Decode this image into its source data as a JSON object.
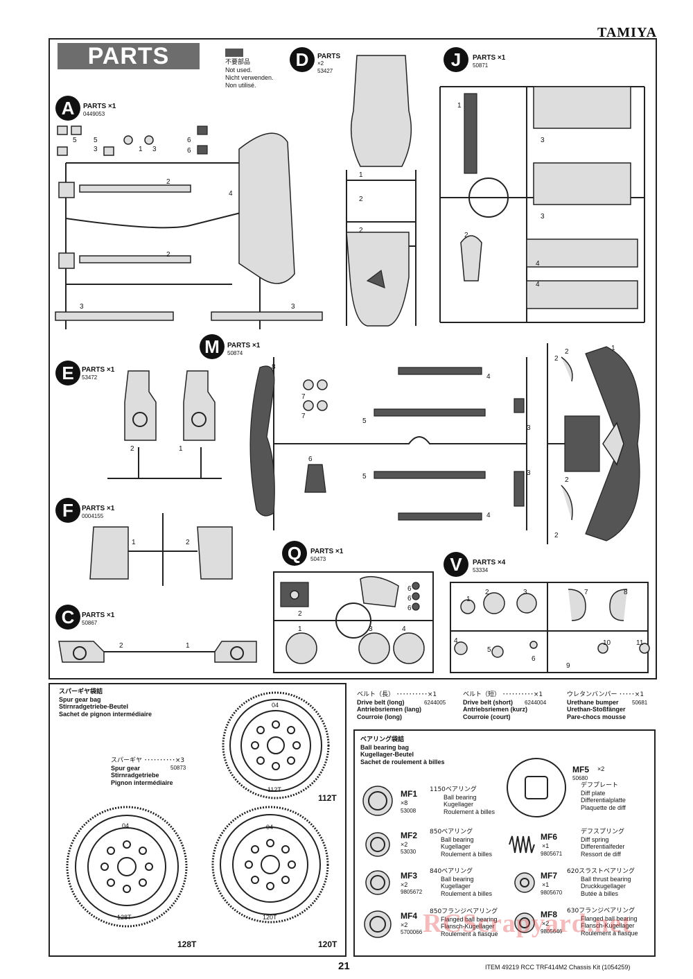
{
  "header": {
    "brand": "TAMIYA"
  },
  "parts_banner": "PARTS",
  "not_used_legend": [
    "不要部品",
    "Not used.",
    "Nicht verwenden.",
    "Non utilisé."
  ],
  "trees": {
    "A": {
      "letter": "A",
      "label": "PARTS ×1",
      "code": "0449053",
      "nums": [
        "5",
        "5",
        "3",
        "1",
        "3",
        "6",
        "6",
        "2",
        "4",
        "2",
        "3",
        "3"
      ]
    },
    "D": {
      "letter": "D",
      "label": "PARTS",
      "qty": "×2",
      "code": "53427",
      "nums": [
        "1",
        "2",
        "2"
      ]
    },
    "J": {
      "letter": "J",
      "label": "PARTS ×1",
      "code": "50871",
      "nums": [
        "1",
        "3",
        "3",
        "2",
        "4",
        "4"
      ]
    },
    "E": {
      "letter": "E",
      "label": "PARTS ×1",
      "code": "53472",
      "nums": [
        "2",
        "1"
      ]
    },
    "M": {
      "letter": "M",
      "label": "PARTS ×1",
      "code": "50874",
      "nums": [
        "8",
        "7",
        "7",
        "5",
        "6",
        "5",
        "4",
        "4",
        "3",
        "3"
      ]
    },
    "F": {
      "letter": "F",
      "label": "PARTS ×1",
      "code": "0004155",
      "nums": [
        "1",
        "2"
      ]
    },
    "C": {
      "letter": "C",
      "label": "PARTS ×1",
      "code": "50867",
      "nums": [
        "2",
        "1"
      ]
    },
    "Q": {
      "letter": "Q",
      "label": "PARTS ×1",
      "code": "50473",
      "nums": [
        "6",
        "6",
        "6",
        "2",
        "1",
        "3",
        "4"
      ]
    },
    "V": {
      "letter": "V",
      "label": "PARTS ×4",
      "code": "53334",
      "nums": [
        "1",
        "2",
        "3",
        "7",
        "8",
        "4",
        "5",
        "6",
        "9",
        "10",
        "11"
      ]
    },
    "bumper_nums": [
      "2",
      "2",
      "1",
      "2",
      "2"
    ]
  },
  "spur_bag": {
    "title": [
      "スパーギヤ袋詰",
      "Spur gear bag",
      "Stirnradgetriebe-Beutel",
      "Sachet de pignon intermédiaire"
    ],
    "item": {
      "jp": "スパーギヤ ･･････････×3",
      "lines": [
        "Spur gear",
        "Stirnradgetriebe",
        "Pignon intermédiaire"
      ],
      "code": "50873"
    },
    "gears": [
      {
        "teeth_mark": "04",
        "inner": "112T",
        "outer": "112T"
      },
      {
        "teeth_mark": "04",
        "inner": "128T",
        "outer": "128T"
      },
      {
        "teeth_mark": "04",
        "inner": "120T",
        "outer": "120T"
      }
    ]
  },
  "belts": [
    {
      "jp": "ベルト（長） ･･････････×1",
      "code": "6244005",
      "lines": [
        "Drive belt (long)",
        "Antriebsriemen (lang)",
        "Courroie (long)"
      ]
    },
    {
      "jp": "ベルト（短） ･･････････×1",
      "code": "6244004",
      "lines": [
        "Drive belt (short)",
        "Antriebsriemen (kurz)",
        "Courroie (court)"
      ]
    },
    {
      "jp": "ウレタンバンパー ･････×1",
      "code": "50681",
      "lines": [
        "Urethane bumper",
        "Urethan-Stoßfänger",
        "Pare-chocs mousse"
      ]
    }
  ],
  "bearing_bag": {
    "title": [
      "ベアリング袋詰",
      "Ball bearing bag",
      "Kugellager-Beutel",
      "Sachet de roulement à billes"
    ],
    "items": [
      {
        "id": "MF1",
        "qty": "×8",
        "code": "53008",
        "jp": "1150ベアリング",
        "lines": [
          "Ball bearing",
          "Kugellager",
          "Roulement à billes"
        ]
      },
      {
        "id": "MF2",
        "qty": "×2",
        "code": "53030",
        "jp": "850ベアリング",
        "lines": [
          "Ball bearing",
          "Kugellager",
          "Roulement à billes"
        ]
      },
      {
        "id": "MF3",
        "qty": "×2",
        "code": "9805672",
        "jp": "840ベアリング",
        "lines": [
          "Ball bearing",
          "Kugellager",
          "Roulement à billes"
        ]
      },
      {
        "id": "MF4",
        "qty": "×2",
        "code": "5700066",
        "jp": "850フランジベアリング",
        "lines": [
          "Flanged ball bearing",
          "Flansch-Kugellager",
          "Roulement à flasque"
        ]
      },
      {
        "id": "MF5",
        "qty": "×2",
        "code": "50680",
        "jp": "デフプレート",
        "lines": [
          "Diff plate",
          "Differentialplatte",
          "Plaquette de diff"
        ]
      },
      {
        "id": "MF6",
        "qty": "×1",
        "code": "9805671",
        "jp": "デフスプリング",
        "lines": [
          "Diff spring",
          "Differentialfeder",
          "Ressort de diff"
        ]
      },
      {
        "id": "MF7",
        "qty": "×1",
        "code": "9805670",
        "jp": "620スラストベアリング",
        "lines": [
          "Ball thrust bearing",
          "Druckkugellager",
          "Butée à billes"
        ]
      },
      {
        "id": "MF8",
        "qty": "×2",
        "code": "9805646",
        "jp": "630フランジベアリング",
        "lines": [
          "Flanged ball bearing",
          "Flansch-Kugellager",
          "Roulement à flasque"
        ]
      }
    ]
  },
  "footer": {
    "page": "21",
    "item": "ITEM 49219  RCC TRF414M2 Chassis Kit (1054259)",
    "watermark": "RCScrapyard.net"
  }
}
